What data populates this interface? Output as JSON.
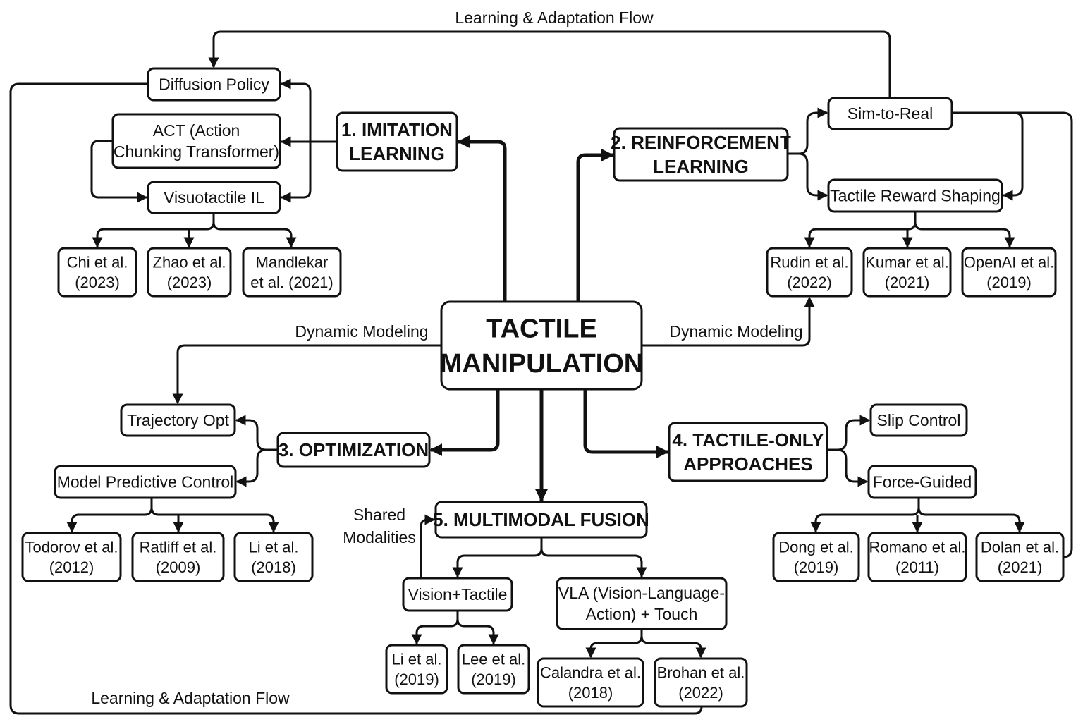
{
  "flow_labels": {
    "top": "Learning & Adaptation Flow",
    "bottom": "Learning & Adaptation Flow",
    "dynamic_left": "Dynamic Modeling",
    "dynamic_right": "Dynamic Modeling",
    "shared": [
      "Shared",
      "Modalities"
    ]
  },
  "nodes": {
    "center": {
      "lines": [
        "TACTILE",
        "MANIPULATION"
      ]
    },
    "imitation": {
      "lines": [
        "1. IMITATION",
        "LEARNING"
      ]
    },
    "reinforcement": {
      "lines": [
        "2. REINFORCEMENT",
        "LEARNING"
      ]
    },
    "optimization": {
      "lines": [
        "3. OPTIMIZATION"
      ]
    },
    "tactile_only": {
      "lines": [
        "4. TACTILE-ONLY",
        "APPROACHES"
      ]
    },
    "multimodal": {
      "lines": [
        "5. MULTIMODAL FUSION"
      ]
    },
    "diffusion": {
      "lines": [
        "Diffusion Policy"
      ]
    },
    "act": {
      "lines": [
        "ACT (Action",
        "Chunking Transformer)"
      ]
    },
    "visuotactile": {
      "lines": [
        "Visuotactile IL"
      ]
    },
    "chi": {
      "lines": [
        "Chi et al.",
        "(2023)"
      ]
    },
    "zhao": {
      "lines": [
        "Zhao et al.",
        "(2023)"
      ]
    },
    "mandlekar": {
      "lines": [
        "Mandlekar",
        "et al. (2021)"
      ]
    },
    "sim2real": {
      "lines": [
        "Sim-to-Real"
      ]
    },
    "reward": {
      "lines": [
        "Tactile Reward Shaping"
      ]
    },
    "rudin": {
      "lines": [
        "Rudin et al.",
        "(2022)"
      ]
    },
    "kumar": {
      "lines": [
        "Kumar et al.",
        "(2021)"
      ]
    },
    "openai": {
      "lines": [
        "OpenAI et al.",
        "(2019)"
      ]
    },
    "trajopt": {
      "lines": [
        "Trajectory Opt"
      ]
    },
    "mpc": {
      "lines": [
        "Model Predictive Control"
      ]
    },
    "todorov": {
      "lines": [
        "Todorov et al.",
        "(2012)"
      ]
    },
    "ratliff": {
      "lines": [
        "Ratliff et al.",
        "(2009)"
      ]
    },
    "li2018": {
      "lines": [
        "Li et al.",
        "(2018)"
      ]
    },
    "slip": {
      "lines": [
        "Slip Control"
      ]
    },
    "force": {
      "lines": [
        "Force-Guided"
      ]
    },
    "dong": {
      "lines": [
        "Dong et al.",
        "(2019)"
      ]
    },
    "romano": {
      "lines": [
        "Romano et al.",
        "(2011)"
      ]
    },
    "dolan": {
      "lines": [
        "Dolan et al.",
        "(2021)"
      ]
    },
    "vision_tactile": {
      "lines": [
        "Vision+Tactile"
      ]
    },
    "vla": {
      "lines": [
        "VLA (Vision-Language-",
        "Action) + Touch"
      ]
    },
    "li2019": {
      "lines": [
        "Li et al.",
        "(2019)"
      ]
    },
    "lee": {
      "lines": [
        "Lee et al.",
        "(2019)"
      ]
    },
    "calandra": {
      "lines": [
        "Calandra et al.",
        "(2018)"
      ]
    },
    "brohan": {
      "lines": [
        "Brohan et al.",
        "(2022)"
      ]
    }
  }
}
